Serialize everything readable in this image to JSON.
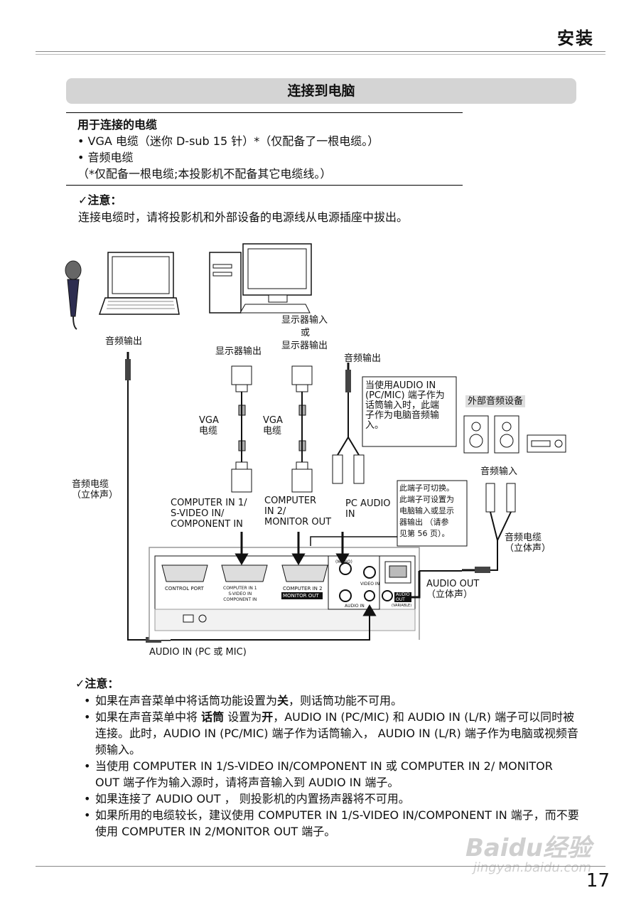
{
  "header": {
    "section": "安装"
  },
  "title": "连接到电脑",
  "cables": {
    "heading": "用于连接的电缆",
    "item1": "• VGA 电缆（迷你 D-sub 15 针）*（仅配备了一根电缆。）",
    "item2": "• 音频电缆",
    "item3": "（*仅配备一根电缆;本投影机不配备其它电缆线。）"
  },
  "note1": {
    "heading": "✓注意：",
    "text": "连接电缆时，请将投影机和外部设备的电源线从电源插座中拔出。"
  },
  "diagram": {
    "audio_out_left": "音频输出",
    "monitor_in_or": "显示器输入",
    "or": "或",
    "monitor_out2": "显示器输出",
    "monitor_out1": "显示器输出",
    "audio_out_mid": "音频输出",
    "vga_cable_a": [
      "VGA",
      "电缆"
    ],
    "vga_cable_b": [
      "VGA",
      "电缆"
    ],
    "audio_cable_left": [
      "音频电缆",
      "（立体声）"
    ],
    "callout1": [
      "当使用AUDIO IN",
      "(PC/MIC) 端子作为",
      "话筒输入时，此端",
      "子作为电脑音频输",
      "入。"
    ],
    "ext_audio": "外部音频设备",
    "audio_in_right": "音频输入",
    "callout2": [
      "此端子可切换。",
      "此端子可设置为",
      "电脑输入或显示",
      "器输出 （请参",
      "见第 56 页）。"
    ],
    "computer_in1": [
      "COMPUTER IN 1/",
      "S-VIDEO IN/",
      "COMPONENT IN"
    ],
    "computer_in2": [
      "COMPUTER",
      "IN 2/",
      "MONITOR OUT"
    ],
    "pc_audio_in": [
      "PC AUDIO",
      "IN"
    ],
    "audio_cable_right": [
      "音频电缆",
      "（立体声）"
    ],
    "audio_out_right": [
      "AUDIO OUT",
      "（立体声）"
    ],
    "audio_in_bottom": "AUDIO IN (PC 或 MIC)",
    "panel": {
      "control_port": "CONTROL PORT",
      "ci1": [
        "COMPUTER IN 1",
        "S-VIDEO IN",
        "COMPONENT IN"
      ],
      "ci2": "COMPUTER IN 2",
      "mon_out": "MONITOR OUT",
      "video_in": "VIDEO IN",
      "audio_in": "AUDIO IN",
      "audio_out": [
        "AUDIO",
        "OUT"
      ],
      "variable": "(VARIABLE)",
      "mic": "(MONO)"
    }
  },
  "notes": {
    "heading": "✓注意：",
    "items": [
      [
        "如果在声音菜单中将话筒功能设置为",
        "关",
        "，则话筒功能不可用。"
      ],
      [
        "如果在声音菜单中将 ",
        "话筒",
        " 设置为",
        "开",
        "，AUDIO IN (PC/MIC) 和 AUDIO IN (L/R) 端子可以同时被连接。此时，AUDIO IN (PC/MIC) 端子作为话筒输入， AUDIO IN (L/R) 端子作为电脑或视频音频输入。"
      ],
      "当使用 COMPUTER IN 1/S-VIDEO IN/COMPONENT IN 或 COMPUTER IN 2/ MONITOR OUT 端子作为输入源时，请将声音输入到 AUDIO IN 端子。",
      "如果连接了 AUDIO OUT ， 则投影机的内置扬声器将不可用。",
      "如果所用的电缆较长，建议使用 COMPUTER IN 1/S-VIDEO IN/COMPONENT IN 端子，而不要使用 COMPUTER IN 2/MONITOR OUT 端子。"
    ]
  },
  "page_number": "17",
  "watermark": {
    "logo": "Baidu经验",
    "url": "jingyan.baidu.com"
  }
}
